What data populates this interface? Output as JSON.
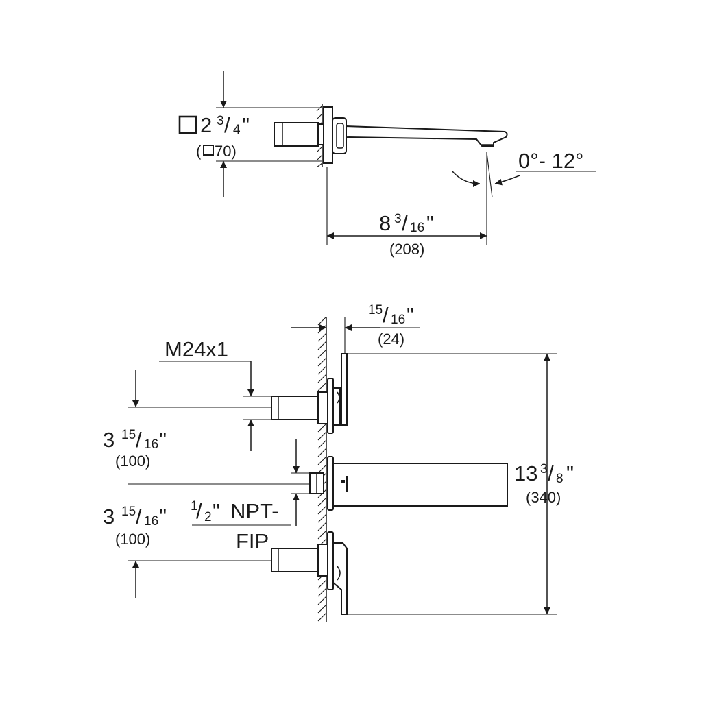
{
  "top_view": {
    "square_dim": {
      "whole": "2",
      "num": "3",
      "den": "4",
      "inch": "\"",
      "metric_open": "(",
      "metric_val": "70)"
    },
    "angle_dim": "0°- 12°",
    "reach_dim": {
      "whole": "8",
      "num": "3",
      "den": "16",
      "inch": "\"",
      "metric": "(208)"
    }
  },
  "front_view": {
    "projection_dim": {
      "num": "15",
      "den": "16",
      "inch": "\"",
      "metric": "(24)"
    },
    "thread_label": "M24x1",
    "spacing_upper": {
      "whole": "3",
      "num": "15",
      "den": "16",
      "inch": "\"",
      "metric": "(100)"
    },
    "spacing_lower": {
      "whole": "3",
      "num": "15",
      "den": "16",
      "inch": "\"",
      "metric": "(100)"
    },
    "pipe_label": {
      "num": "1",
      "den": "2",
      "inch": "\"",
      "line1": "NPT-",
      "line2": "FIP"
    },
    "height_dim": {
      "whole": "13",
      "num": "3",
      "den": "8",
      "inch": "\"",
      "metric": "(340)"
    }
  },
  "icons": [
    "square-symbol-icon",
    "cold-water-marker-icon"
  ]
}
